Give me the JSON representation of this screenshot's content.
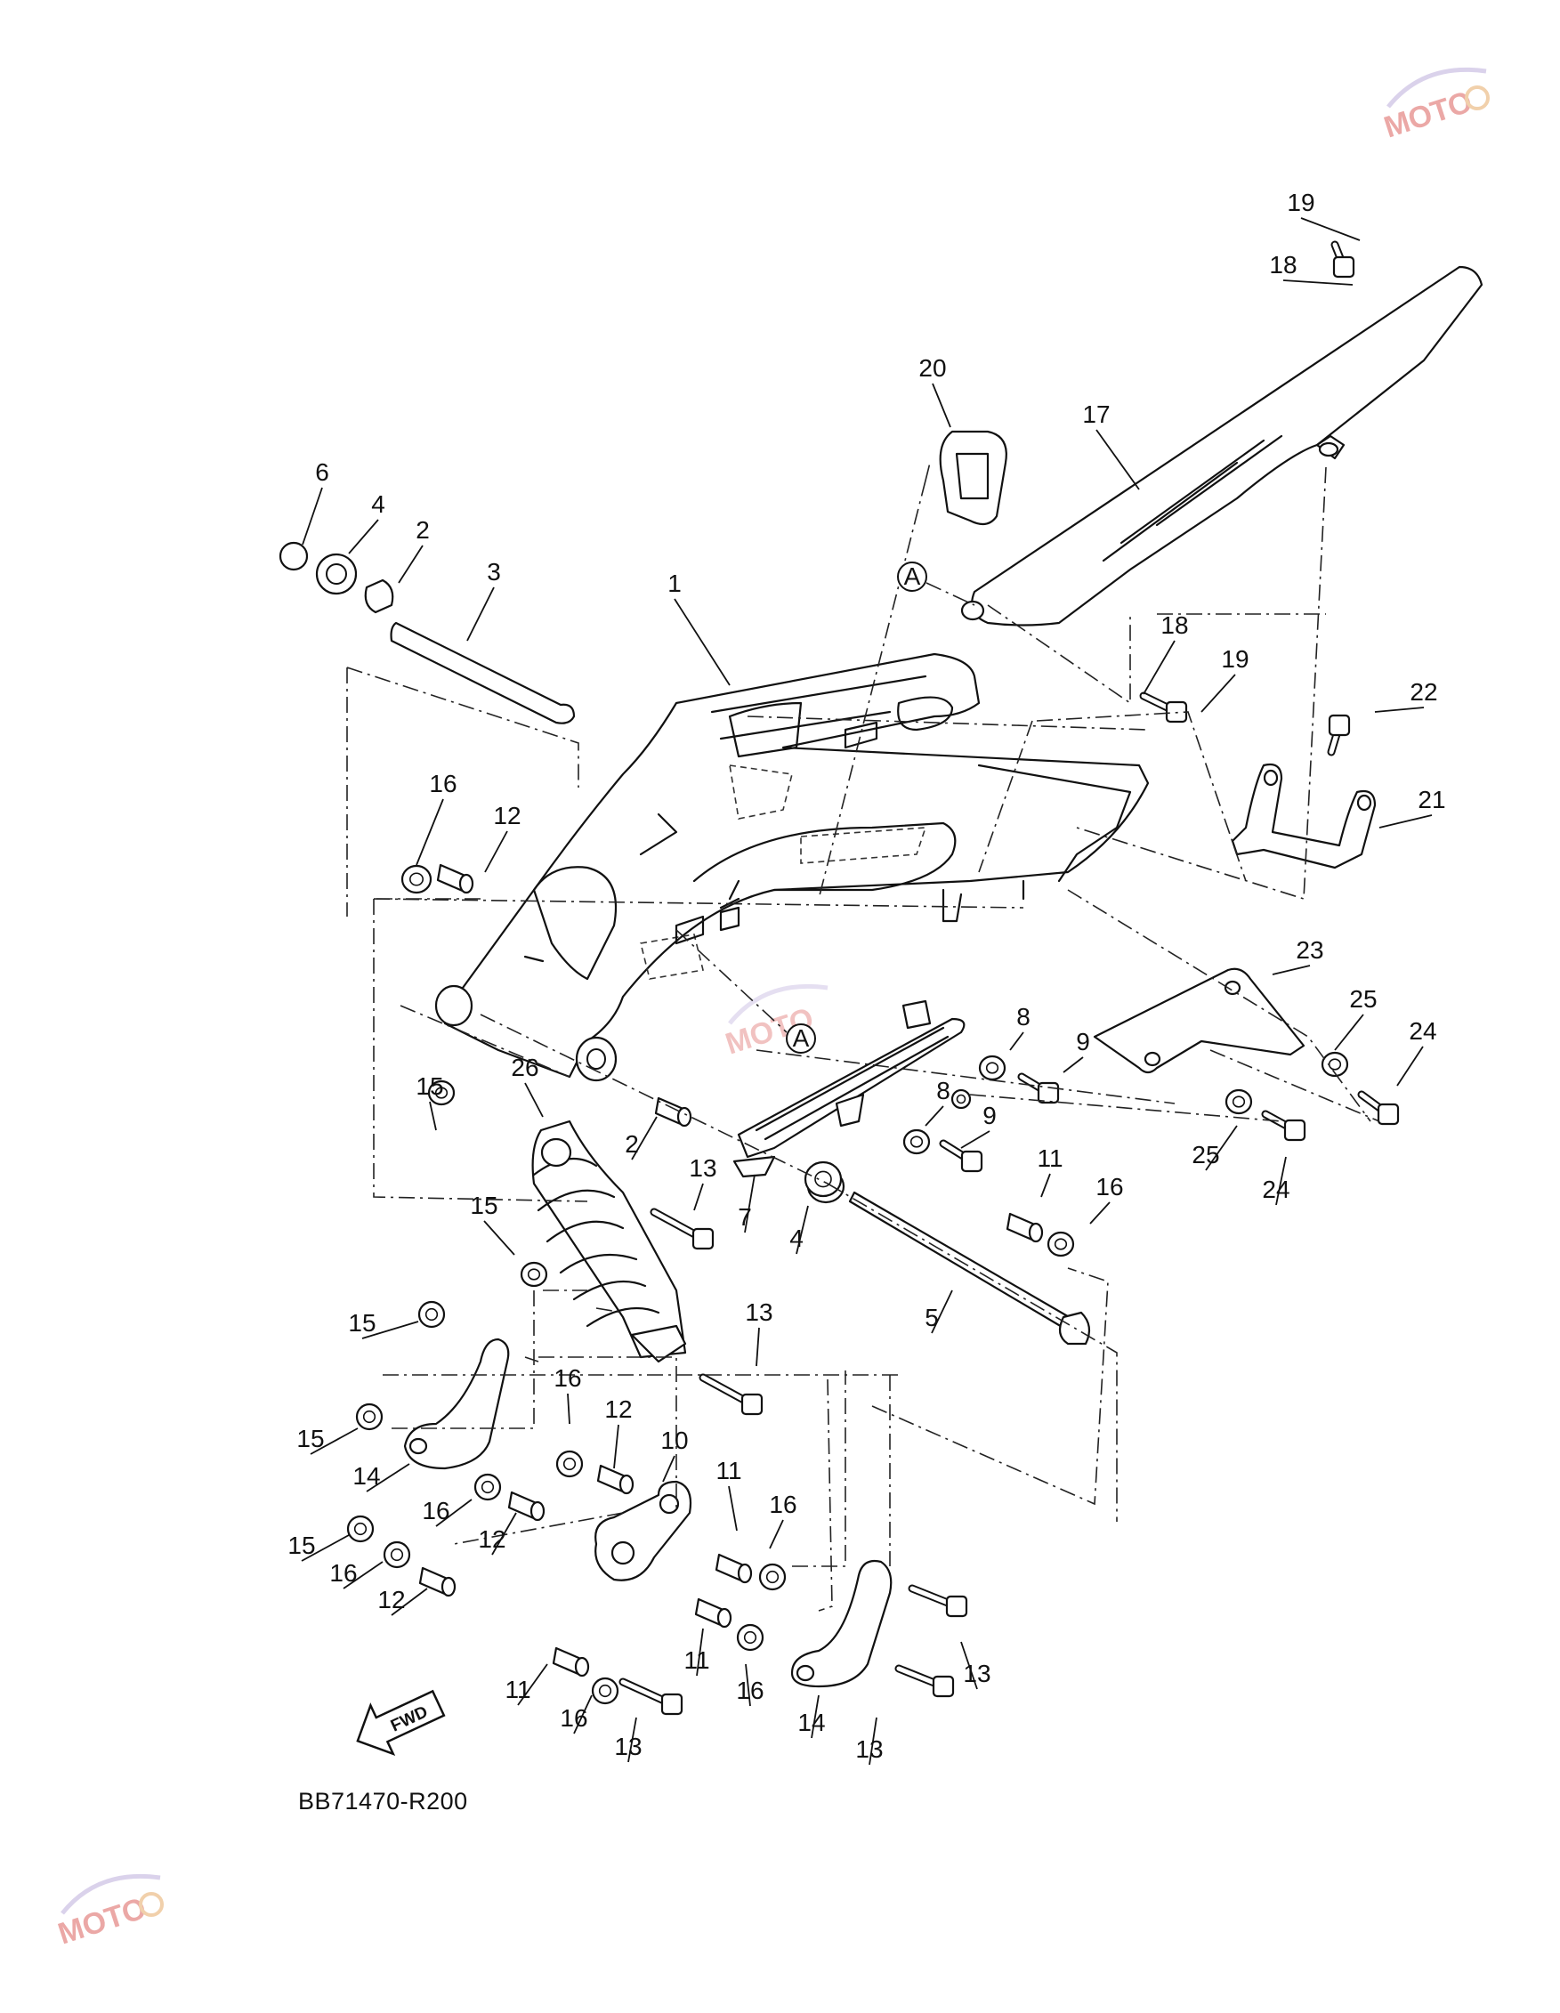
{
  "diagram": {
    "code": "BB71470-R200",
    "fwd_label": "FWD",
    "ref_mark": "A",
    "watermark_text": "MOTO",
    "callouts": [
      {
        "id": "c19a",
        "label": "19"
      },
      {
        "id": "c18a",
        "label": "18"
      },
      {
        "id": "c20",
        "label": "20"
      },
      {
        "id": "c17",
        "label": "17"
      },
      {
        "id": "c6",
        "label": "6"
      },
      {
        "id": "c4a",
        "label": "4"
      },
      {
        "id": "c2a",
        "label": "2"
      },
      {
        "id": "c3",
        "label": "3"
      },
      {
        "id": "c1",
        "label": "1"
      },
      {
        "id": "c18b",
        "label": "18"
      },
      {
        "id": "c19b",
        "label": "19"
      },
      {
        "id": "c22",
        "label": "22"
      },
      {
        "id": "c21",
        "label": "21"
      },
      {
        "id": "c16a",
        "label": "16"
      },
      {
        "id": "c12a",
        "label": "12"
      },
      {
        "id": "c23",
        "label": "23"
      },
      {
        "id": "c8a",
        "label": "8"
      },
      {
        "id": "c9a",
        "label": "9"
      },
      {
        "id": "c25a",
        "label": "25"
      },
      {
        "id": "c24a",
        "label": "24"
      },
      {
        "id": "c15a",
        "label": "15"
      },
      {
        "id": "c26",
        "label": "26"
      },
      {
        "id": "c8b",
        "label": "8"
      },
      {
        "id": "c9b",
        "label": "9"
      },
      {
        "id": "c25b",
        "label": "25"
      },
      {
        "id": "c24b",
        "label": "24"
      },
      {
        "id": "c2b",
        "label": "2"
      },
      {
        "id": "c13a",
        "label": "13"
      },
      {
        "id": "c7",
        "label": "7"
      },
      {
        "id": "c4b",
        "label": "4"
      },
      {
        "id": "c11a",
        "label": "11"
      },
      {
        "id": "c16b",
        "label": "16"
      },
      {
        "id": "c15b",
        "label": "15"
      },
      {
        "id": "c5",
        "label": "5"
      },
      {
        "id": "c15c",
        "label": "15"
      },
      {
        "id": "c13b",
        "label": "13"
      },
      {
        "id": "c16c",
        "label": "16"
      },
      {
        "id": "c12b",
        "label": "12"
      },
      {
        "id": "c15d",
        "label": "15"
      },
      {
        "id": "c14a",
        "label": "14"
      },
      {
        "id": "c10",
        "label": "10"
      },
      {
        "id": "c16d",
        "label": "16"
      },
      {
        "id": "c11b",
        "label": "11"
      },
      {
        "id": "c16e",
        "label": "16"
      },
      {
        "id": "c12c",
        "label": "12"
      },
      {
        "id": "c15e",
        "label": "15"
      },
      {
        "id": "c16f",
        "label": "16"
      },
      {
        "id": "c12d",
        "label": "12"
      },
      {
        "id": "c11c",
        "label": "11"
      },
      {
        "id": "c16g",
        "label": "16"
      },
      {
        "id": "c13c",
        "label": "13"
      },
      {
        "id": "c11d",
        "label": "11"
      },
      {
        "id": "c16h",
        "label": "16"
      },
      {
        "id": "c13d",
        "label": "13"
      },
      {
        "id": "c14b",
        "label": "14"
      },
      {
        "id": "c13e",
        "label": "13"
      }
    ]
  }
}
